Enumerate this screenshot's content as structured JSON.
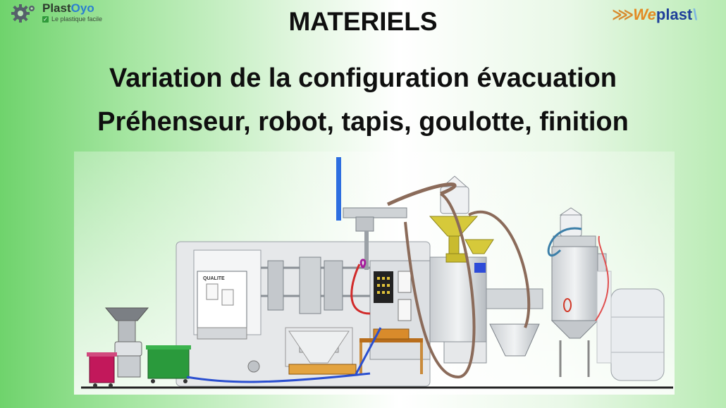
{
  "header": {
    "brand_left": {
      "name_part1": "Plast",
      "name_part2": "Oyo",
      "tagline": "Le plastique facile",
      "icon": "gear-icon",
      "color": "#2b7fd0"
    },
    "brand_right": {
      "chevrons": "⋙",
      "part1": "We",
      "part2": "plast",
      "tail": "\\",
      "colors": {
        "we": "#e38a22",
        "plast": "#1f3f9a"
      }
    }
  },
  "slide": {
    "title": "MATERIELS",
    "subtitle_line1": "Variation de la configuration évacuation",
    "subtitle_line2": "Préhenseur, robot, tapis, goulotte, finition"
  },
  "illustration": {
    "qualite_label": "QUALITE",
    "icons": [
      "injection-machine-icon",
      "robot-arm-icon",
      "hopper-icon",
      "dryer-icon",
      "conveyor-icon",
      "bin-icon",
      "barrel-icon"
    ]
  }
}
